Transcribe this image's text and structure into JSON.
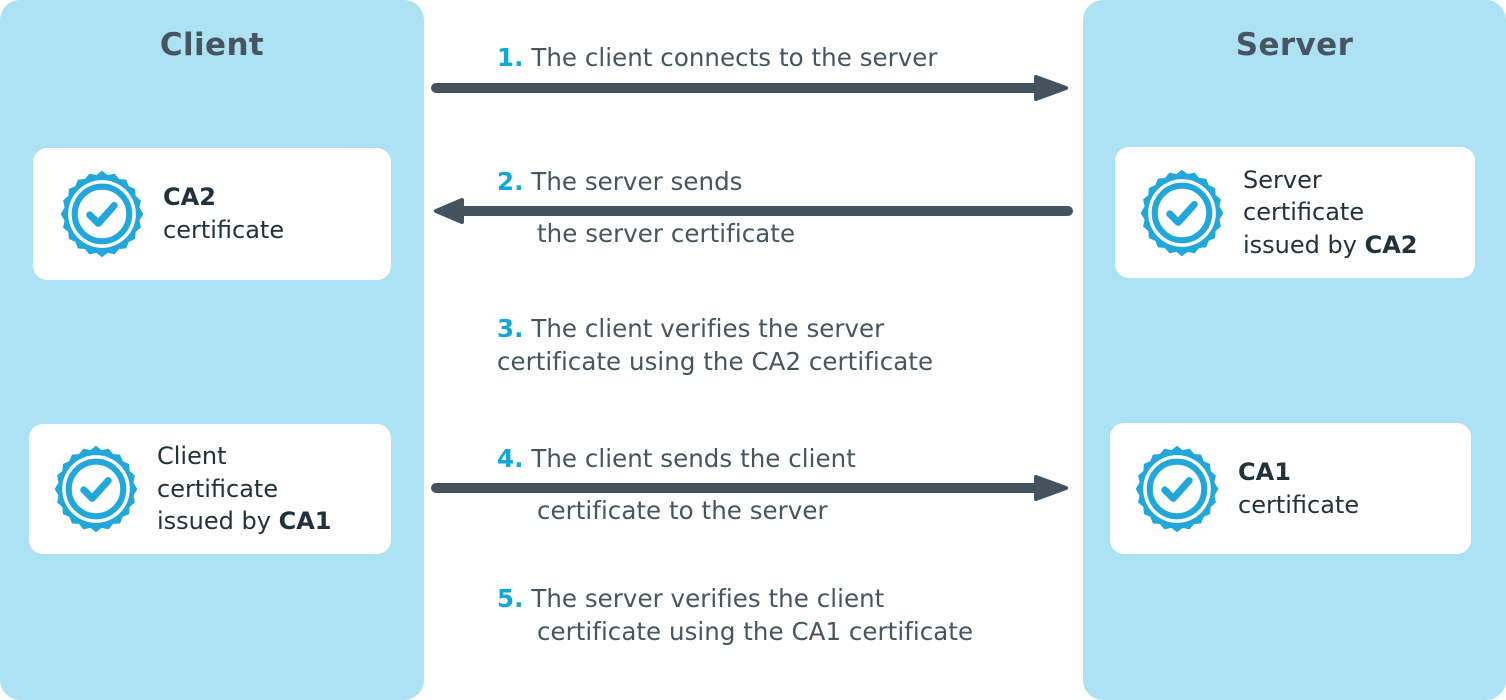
{
  "colors": {
    "panel_bg": "#ACE2F4",
    "card_bg": "#FFFFFF",
    "accent_cyan": "#0FA8DB",
    "text_dark": "#46555F",
    "card_text": "#22323C",
    "arrow": "#44535F",
    "page_bg": "#FFFFFF"
  },
  "client_panel": {
    "title": "Client",
    "cards": [
      {
        "icon": "certificate-badge-icon",
        "lines": [
          {
            "text": "CA2",
            "bold": true
          },
          {
            "text": "certificate",
            "bold": false
          }
        ]
      },
      {
        "icon": "certificate-badge-icon",
        "lines": [
          {
            "text": "Client",
            "bold": false
          },
          {
            "text": "certificate",
            "bold": false
          },
          {
            "text": "issued by ",
            "bold": false,
            "suffix": "CA1",
            "suffix_bold": true
          }
        ]
      }
    ]
  },
  "server_panel": {
    "title": "Server",
    "cards": [
      {
        "icon": "certificate-badge-icon",
        "lines": [
          {
            "text": "Server",
            "bold": false
          },
          {
            "text": "certificate",
            "bold": false
          },
          {
            "text": "issued by ",
            "bold": false,
            "suffix": "CA2",
            "suffix_bold": true
          }
        ]
      },
      {
        "icon": "certificate-badge-icon",
        "lines": [
          {
            "text": "CA1",
            "bold": true
          },
          {
            "text": "certificate",
            "bold": false
          }
        ]
      }
    ]
  },
  "steps": [
    {
      "number": "1.",
      "line1": "The client connects to the server",
      "line2": "",
      "arrow": "right",
      "arrow_label": "arrow-right-client-to-server"
    },
    {
      "number": "2.",
      "line1": "The server sends",
      "line2": "the server certificate",
      "arrow": "left",
      "arrow_label": "arrow-left-server-to-client"
    },
    {
      "number": "3.",
      "line1": "The client verifies the server",
      "line2": "certificate using the CA2 certificate",
      "arrow": "none",
      "arrow_label": ""
    },
    {
      "number": "4.",
      "line1": "The client sends the client",
      "line2": "certificate to the server",
      "arrow": "right",
      "arrow_label": "arrow-right-client-to-server"
    },
    {
      "number": "5.",
      "line1": "The server verifies the client",
      "line2": "certificate using the CA1 certificate",
      "arrow": "none",
      "arrow_label": ""
    }
  ]
}
